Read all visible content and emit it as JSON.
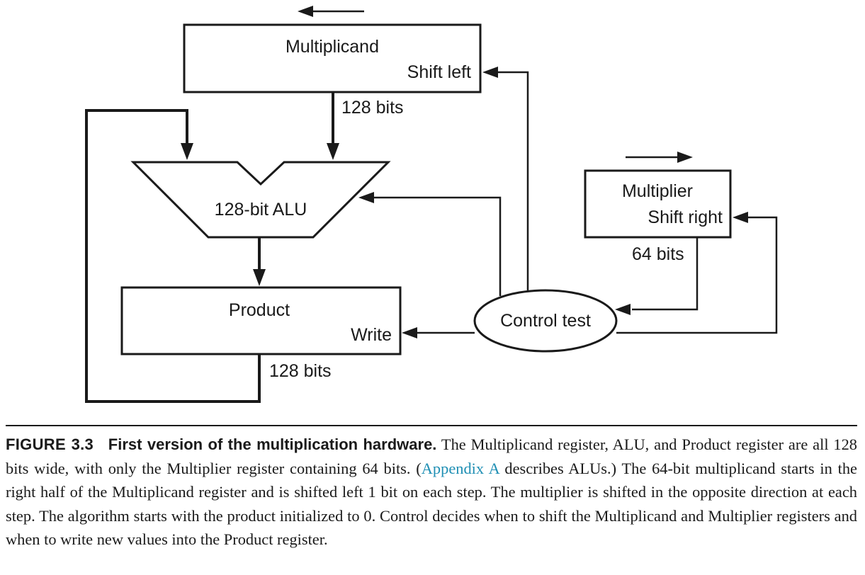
{
  "diagram": {
    "multiplicand": {
      "name": "Multiplicand",
      "action": "Shift left"
    },
    "alu": {
      "name": "128-bit ALU"
    },
    "product": {
      "name": "Product",
      "action": "Write"
    },
    "multiplier": {
      "name": "Multiplier",
      "action": "Shift right"
    },
    "control": {
      "name": "Control test"
    },
    "widths": {
      "multiplicand_out": "128 bits",
      "product_out": "128 bits",
      "multiplier_out": "64 bits"
    }
  },
  "caption": {
    "label": "FIGURE 3.3",
    "title": "First version of the multiplication hardware.",
    "text_1": " The Multiplicand register, ALU, and Product register are all 128 bits wide, with only the Multiplier register containing 64 bits. (",
    "link": "Appendix A",
    "text_2": " describes ALUs.) The 64-bit multiplicand starts in the right half of the Multiplicand register and is shifted left 1 bit on each step. The multiplier is shifted in the opposite direction at each step. The algorithm starts with the product initialized to 0. Control decides when to shift the Multiplicand and Multiplier registers and when to write new values into the Product register."
  }
}
